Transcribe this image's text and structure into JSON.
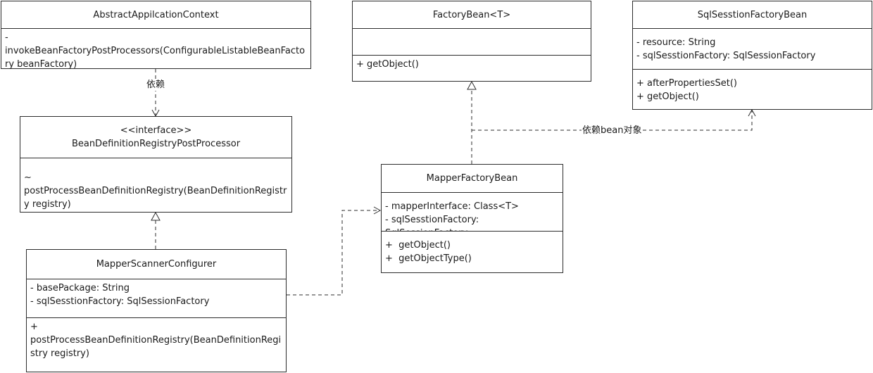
{
  "classes": {
    "abstract_application_context": {
      "title": "AbstractAppilcationContext",
      "methods": [
        "-invokeBeanFactoryPostProcessors(ConfigurableListableBeanFactory beanFactory)"
      ]
    },
    "bean_definition_registry_post_processor": {
      "stereotype": "<<interface>>",
      "title": "BeanDefinitionRegistryPostProcessor",
      "methods": [
        "~ postProcessBeanDefinitionRegistry(BeanDefinitionRegistry registry)"
      ]
    },
    "mapper_scanner_configurer": {
      "title": "MapperScannerConfigurer",
      "attributes": [
        "- basePackage: String",
        "- sqlSesstionFactory: SqlSessionFactory"
      ],
      "methods": [
        "+\npostProcessBeanDefinitionRegistry(BeanDefinitionRegistry registry)"
      ]
    },
    "factory_bean": {
      "title": "FactoryBean<T>",
      "attributes": [],
      "methods": [
        "+ getObject()"
      ]
    },
    "sql_session_factory_bean": {
      "title": "SqlSesstionFactoryBean",
      "attributes": [
        "- resource: String",
        "- sqlSesstionFactory: SqlSessionFactory"
      ],
      "methods": [
        "+ afterPropertiesSet()",
        "+ getObject()"
      ]
    },
    "mapper_factory_bean": {
      "title": "MapperFactoryBean",
      "attributes": [
        "- mapperInterface: Class<T>",
        "- sqlSesstionFactory: SqlSessionFactory"
      ],
      "methods": [
        "+  getObject()",
        "+  getObjectType()"
      ]
    }
  },
  "edge_labels": {
    "context_depends": "依赖",
    "bean_depends": "依赖bean对象"
  }
}
